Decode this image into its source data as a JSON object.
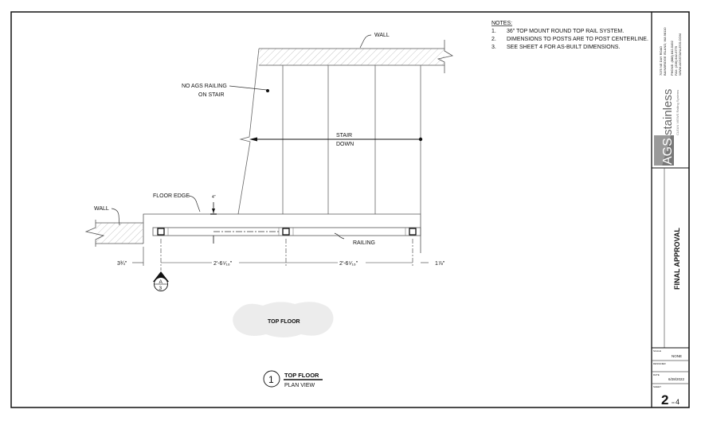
{
  "notes": {
    "heading": "NOTES:",
    "items": [
      {
        "num": "1.",
        "text": "36\" TOP MOUNT ROUND TOP RAIL SYSTEM."
      },
      {
        "num": "2.",
        "text": "DIMENSIONS TO POSTS ARE TO POST CENTERLINE."
      },
      {
        "num": "3.",
        "text": "SEE SHEET 4 FOR AS-BUILT DIMENSIONS."
      }
    ]
  },
  "labels": {
    "wall_top": "WALL",
    "wall_left": "WALL",
    "no_railing_1": "NO AGS RAILING",
    "no_railing_2": "ON STAIR",
    "stair_1": "STAIR",
    "stair_2": "DOWN",
    "floor_edge": "FLOOR EDGE",
    "offset": "4\"",
    "railing": "RAILING"
  },
  "dimensions": {
    "left": "3¾\"",
    "span1": "2'-6⁵⁄₁₆\"",
    "span2": "2'-6⁵⁄₁₆\"",
    "right": "1⅞\""
  },
  "section_marker": {
    "letter": "A",
    "sheet": "3"
  },
  "cloud_label": "TOP FLOOR",
  "view_title": {
    "number": "1",
    "title": "TOP FLOOR",
    "subtitle": "PLAN VIEW"
  },
  "title_block": {
    "address_1": "7075 NE DAY ROAD",
    "address_2": "BAINBRIDGE ISLAND, WA 98110",
    "phone": "PHONE: (888) 842-5492",
    "fax": "FAX: (206) 842-6779",
    "web": "WWW.AGSSTAINLESS.COM",
    "logo_ags": "AGS",
    "logo_stainless": "stainless",
    "logo_tagline": "CLEAN VIEWS Railing Systems",
    "status": "FINAL APPROVAL",
    "scale_label": "SCALE",
    "scale_value": "NONE",
    "designer_label": "DESIGNER",
    "date_label": "DATE",
    "date_value": "6/28/2022",
    "sheet_label": "SHEET",
    "sheet_number": "2",
    "sheet_of": "OF",
    "sheet_total": "4"
  }
}
